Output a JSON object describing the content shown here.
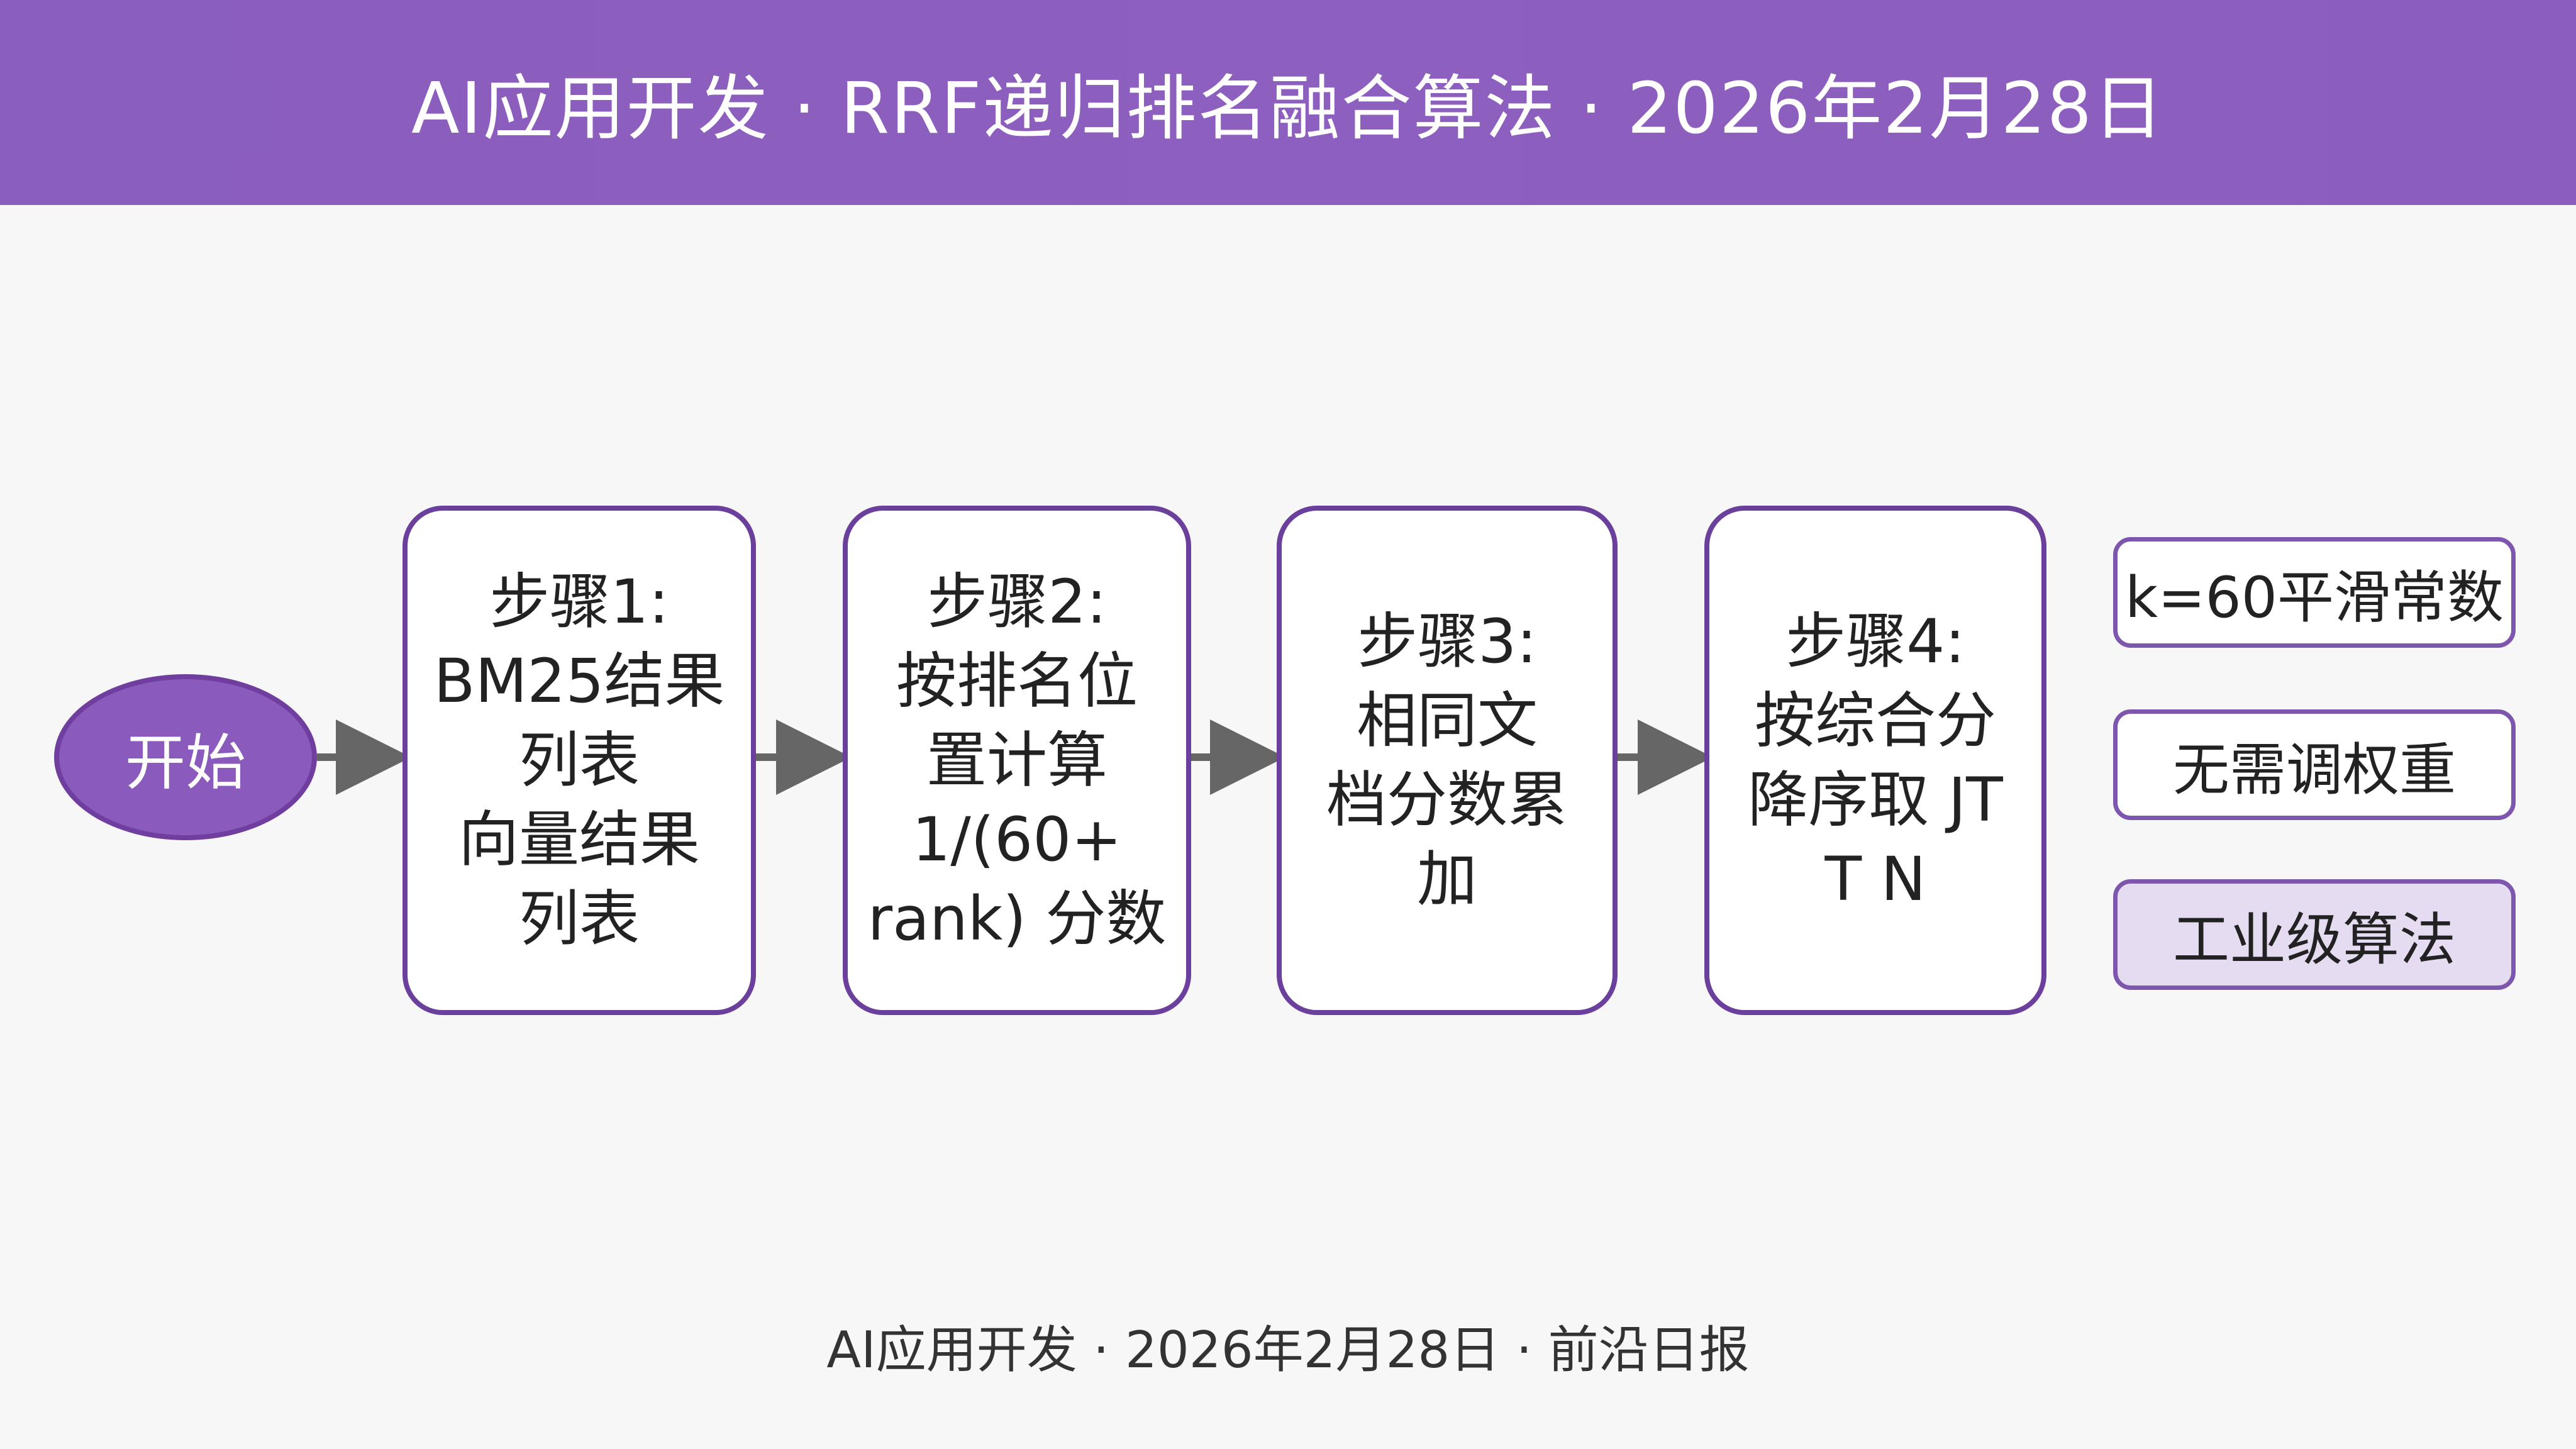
{
  "header": {
    "title": "AI应用开发 · RRF递归排名融合算法 · 2026年2月28日"
  },
  "diagram": {
    "start": "开始",
    "steps": [
      "步骤1:\nBM25结果\n列表\n向量结果\n列表",
      "步骤2:\n按排名位\n置计算\n1/(60+\nrank) 分数",
      "步骤3:\n相同文\n档分数累\n加",
      "步骤4:\n按综合分\n降序取 JT\nT N"
    ],
    "notes": [
      "k=60平滑常数",
      "无需调权重",
      "工业级算法"
    ]
  },
  "footer": {
    "text": "AI应用开发 · 2026年2月28日 · 前沿日报"
  },
  "colors": {
    "header_bg": "#8b5dbd",
    "node_border": "#6b3f9c",
    "start_fill": "#8a5bbd",
    "highlight_fill": "#e5dcf1",
    "arrow": "#666666"
  }
}
